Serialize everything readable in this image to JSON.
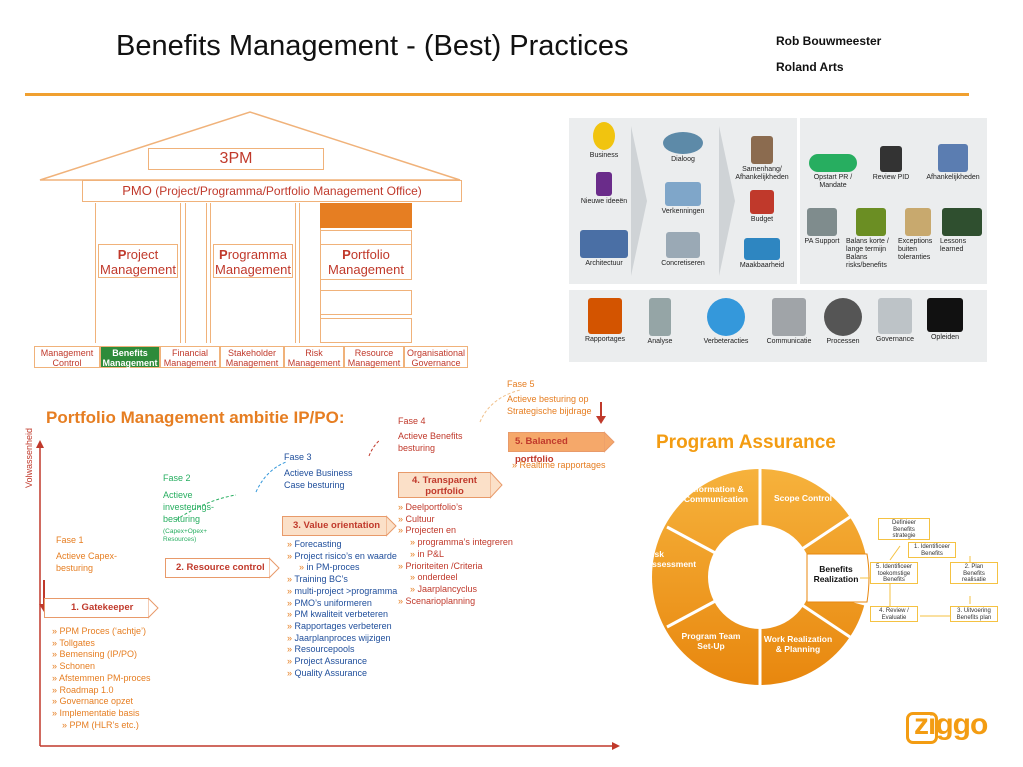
{
  "header": {
    "title": "Benefits Management - (Best) Practices",
    "authors": [
      "Rob Bouwmeester",
      "Roland Arts"
    ]
  },
  "house": {
    "roof": "3PM",
    "pmo_prefix": "PMO",
    "pmo_label": "(Project/Programma/Portfolio Management Office)",
    "pillars": [
      {
        "first": "P",
        "rest": "roject",
        "line2": "Management"
      },
      {
        "first": "P",
        "rest": "rogramma",
        "line2": "Management"
      },
      {
        "first": "P",
        "rest": "ortfolio",
        "line2": "Management"
      }
    ],
    "foundation": [
      {
        "l1": "Management",
        "l2": "Control",
        "active": false
      },
      {
        "l1": "Benefits",
        "l2": "Management",
        "active": true
      },
      {
        "l1": "Financial",
        "l2": "Management",
        "active": false
      },
      {
        "l1": "Stakeholder",
        "l2": "Management",
        "active": false
      },
      {
        "l1": "Risk",
        "l2": "Management",
        "active": false
      },
      {
        "l1": "Resource",
        "l2": "Management",
        "active": false
      },
      {
        "l1": "Organisational",
        "l2": "Governance",
        "active": false
      }
    ]
  },
  "icons_top": {
    "flow": [
      "Business",
      "Nieuwe ideeën",
      "Architectuur"
    ],
    "mid": [
      "Dialoog",
      "Verkenningen",
      "Concretiseren"
    ],
    "right": [
      "Samenhang/ Afhankelijkheden",
      "Budget",
      "Maakbaarheid"
    ],
    "panel2_row1": [
      "Opstart PR / Mandate",
      "Review PID",
      "Afhankelijkheden"
    ],
    "panel2_row2": [
      "PA Support",
      "Balans korte / lange termijn Balans risks/benefits",
      "Exceptions buiten toleranties",
      "Lessons learned"
    ]
  },
  "icons_bottom": [
    "Rapportages",
    "Analyse",
    "Verbeteracties",
    "Communicatie",
    "Processen",
    "Governance",
    "Opleiden"
  ],
  "ambitie": {
    "title": "Portfolio Management ambitie IP/PO:",
    "y_axis": "Volwassenheid",
    "phases": [
      {
        "label": "Fase 1",
        "text": [
          "Actieve Capex-",
          "besturing"
        ]
      },
      {
        "label": "Fase 2",
        "text": [
          "Actieve",
          "investerings-",
          "besturing"
        ],
        "note": [
          "(Capex+Opex+",
          "Resources)"
        ]
      },
      {
        "label": "Fase 3",
        "text": [
          "Actieve Business",
          "Case besturing"
        ]
      },
      {
        "label": "Fase 4",
        "text": [
          "Actieve Benefits",
          "besturing"
        ]
      },
      {
        "label": "Fase 5",
        "text": [
          "Actieve  besturing op",
          "Strategische bijdrage"
        ]
      }
    ],
    "levels": [
      {
        "label": "1. Gatekeeper",
        "items": [
          "PPM Proces (‘achtje’)",
          "Tollgates",
          "Bemensing (IP/PO)",
          "Schonen",
          "Afstemmen PM-proces",
          "Roadmap 1.0",
          "Governance opzet",
          "Implementatie basis",
          "PPM (HLR’s etc.)"
        ]
      },
      {
        "label": "2. Resource control",
        "items": []
      },
      {
        "label": "3. Value orientation",
        "items": [
          "Forecasting",
          "Project risico’s en waarde",
          "in PM-proces",
          "Training BC’s",
          "multi-project >programma",
          "PMO’s uniformeren",
          "PM kwaliteit verbeteren",
          "Rapportages verbeteren",
          "Jaarplanproces wijzigen",
          "Resourcepools",
          "Project Assurance",
          "Quality Assurance"
        ]
      },
      {
        "label_l1": "4. Transparent",
        "label_l2": "portfolio",
        "items": [
          "Deelportfolio’s",
          "Cultuur",
          "Projecten en",
          "programma’s integreren",
          "in P&L",
          "Prioriteiten /Criteria",
          "onderdeel",
          "Jaarplancyclus",
          "Scenarioplanning"
        ]
      },
      {
        "label": "5. Balanced portfolio",
        "items": [
          "Realtime rapportages"
        ]
      }
    ]
  },
  "assurance": {
    "title": "Program Assurance",
    "segments": [
      {
        "l1": "Information &",
        "l2": "Communication"
      },
      {
        "l1": "Scope Control",
        "l2": ""
      },
      {
        "l1": "Benefits",
        "l2": "Realization"
      },
      {
        "l1": "Work Realization",
        "l2": "& Planning"
      },
      {
        "l1": "Program Team",
        "l2": "Set-Up"
      },
      {
        "l1": "Risk",
        "l2": "Assessment"
      }
    ],
    "flow": [
      {
        "l1": "Definieer",
        "l2": "Benefits",
        "l3": "strategie"
      },
      {
        "l1": "1. Identificeer",
        "l2": "Benefits",
        "l3": ""
      },
      {
        "l1": "2. Plan",
        "l2": "Benefits",
        "l3": "realisatie"
      },
      {
        "l1": "3. Uitvoering",
        "l2": "Benefits plan",
        "l3": ""
      },
      {
        "l1": "4. Review /",
        "l2": "Evaluatie",
        "l3": ""
      },
      {
        "l1": "5. Identificeer",
        "l2": "toekomstige",
        "l3": "Benefits"
      }
    ],
    "colors": {
      "orange": "#f39c12",
      "dark_orange": "#e67e22"
    }
  },
  "logo": "ziggo"
}
